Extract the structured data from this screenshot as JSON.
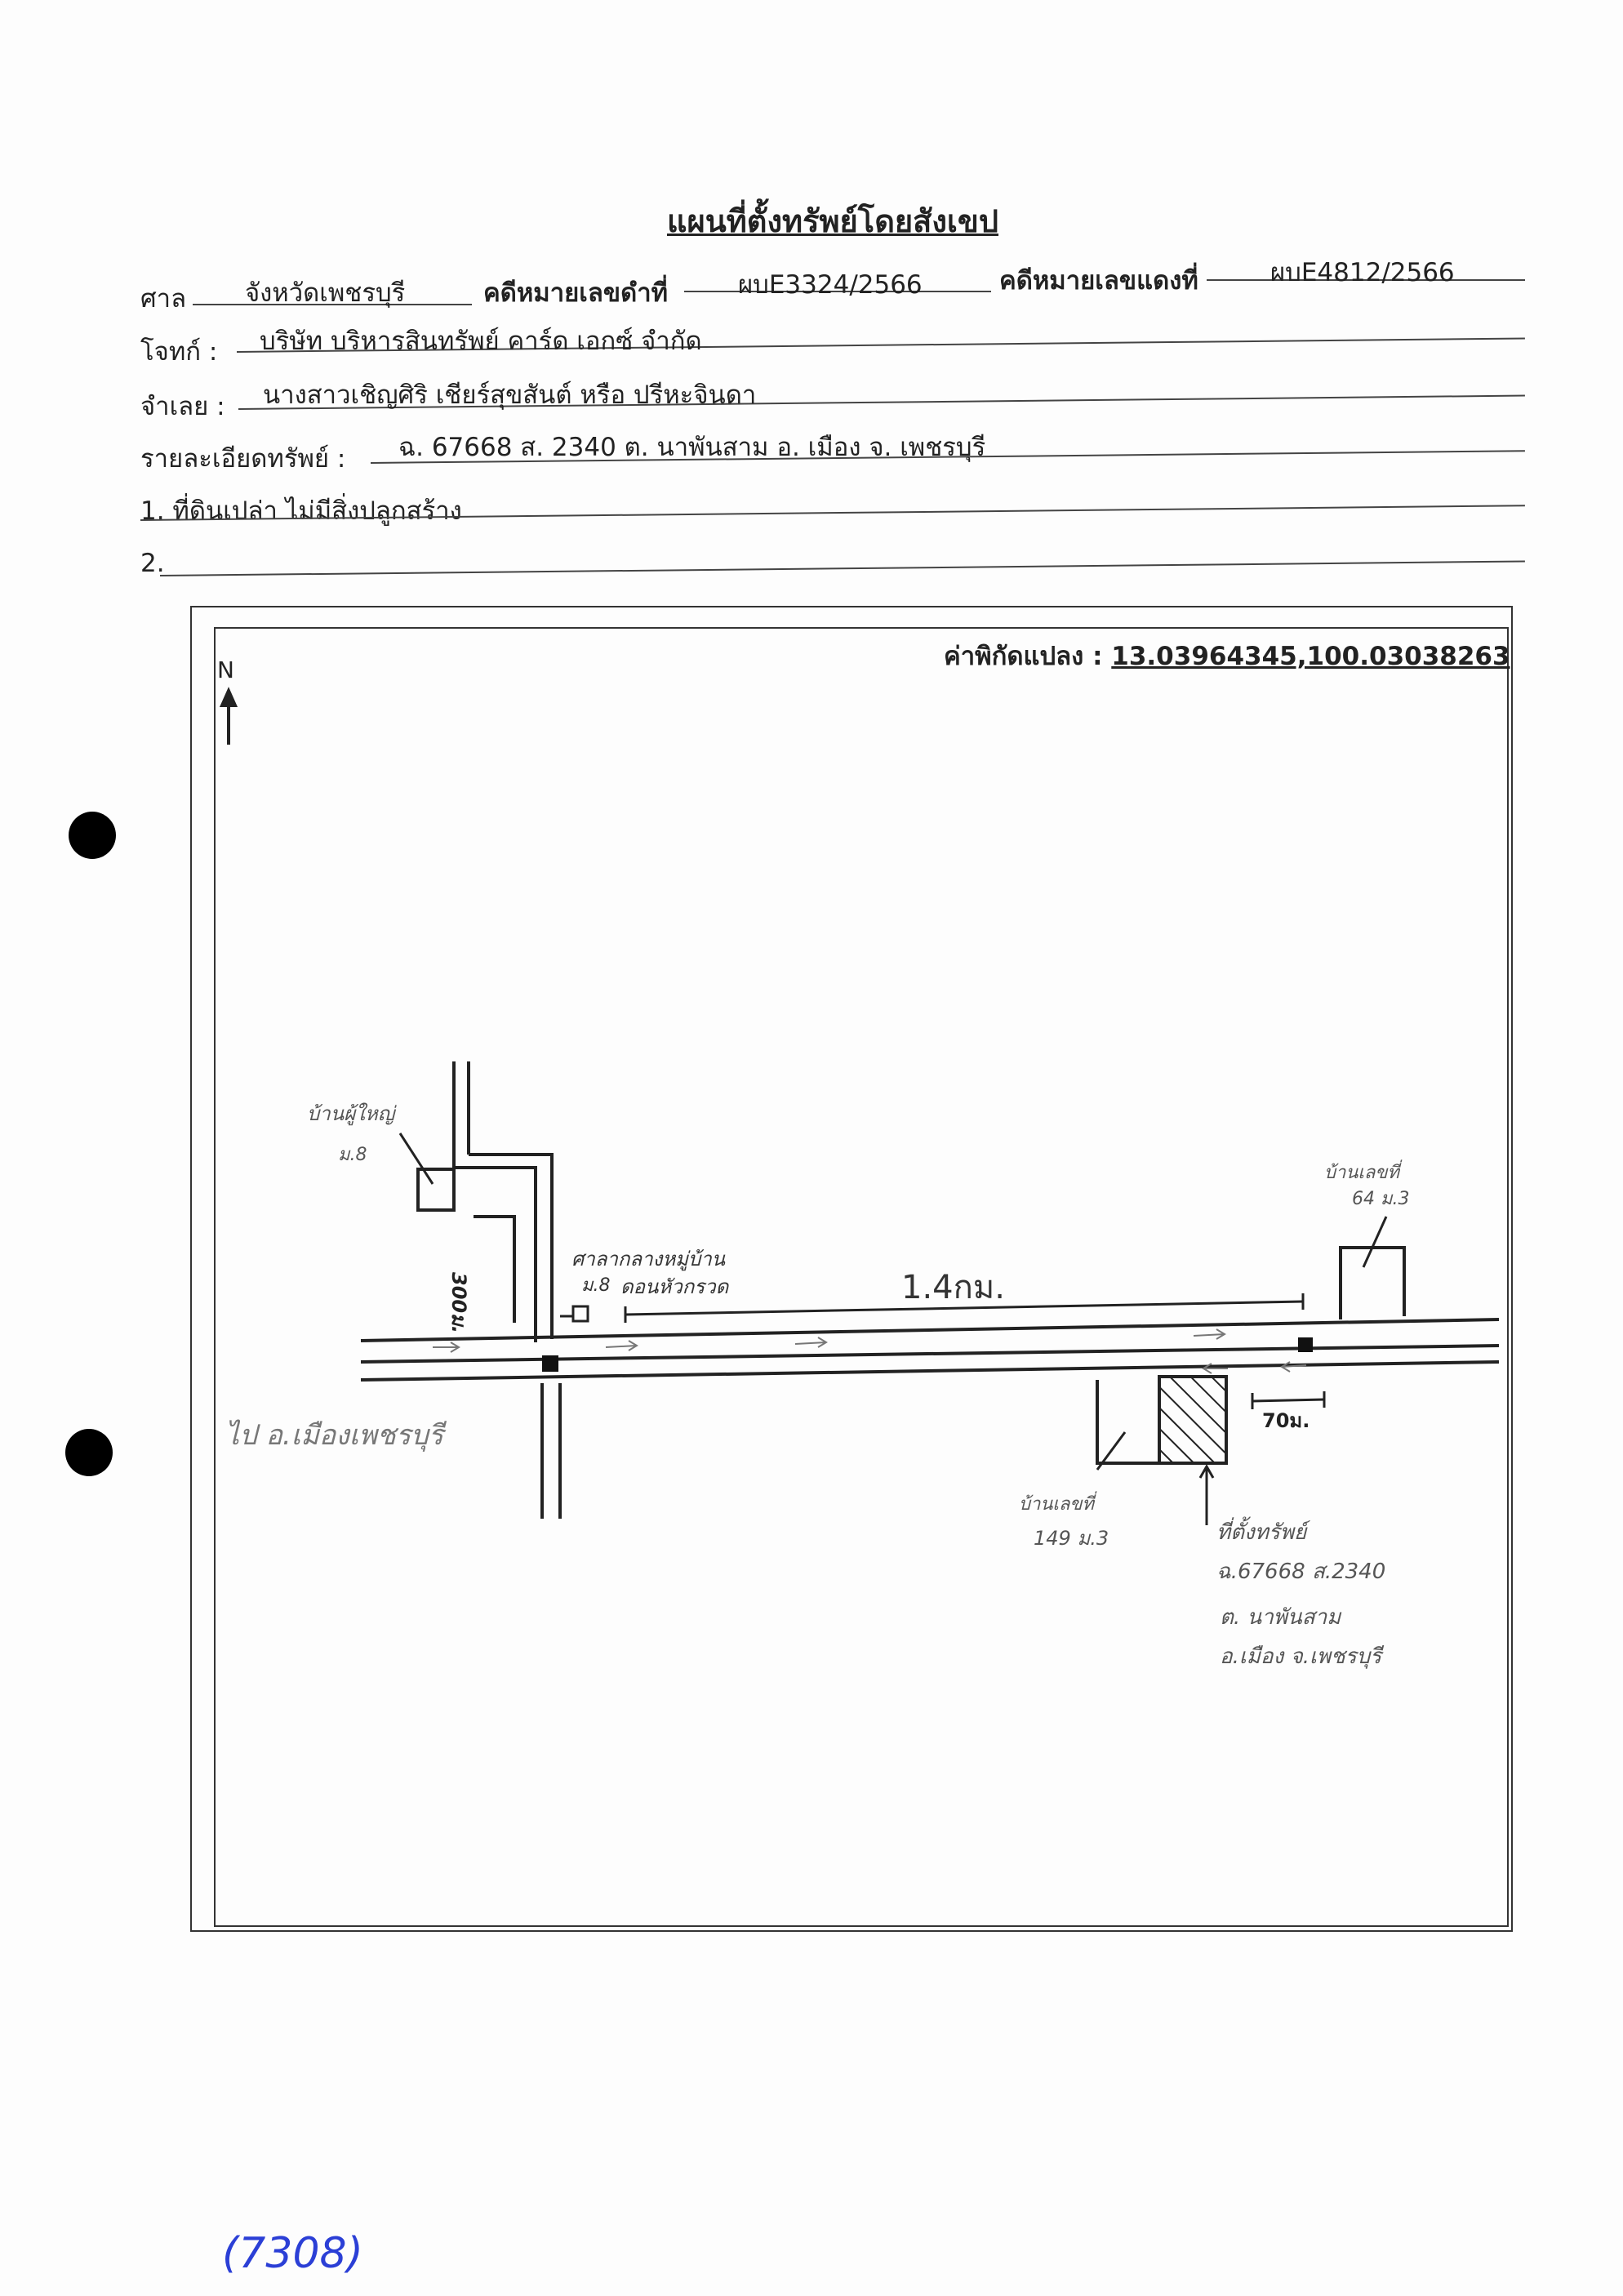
{
  "document": {
    "title": "แผนที่ตั้งทรัพย์โดยสังเขป",
    "court_label": "ศาล",
    "court_value": "จังหวัดเพชรบุรี",
    "black_case_label": "คดีหมายเลขดำที่",
    "black_case_value": "ผบE3324/2566",
    "red_case_label": "คดีหมายเลขแดงที่",
    "red_case_value": "ผบE4812/2566",
    "plaintiff_label": "โจทก์ :",
    "plaintiff_value": "บริษัท บริหารสินทรัพย์ คาร์ด เอกซ์ จำกัด",
    "defendant_label": "จำเลย :",
    "defendant_value": "นางสาวเชิญศิริ เชียร์สุขสันต์ หรือ ปรีหะจินดา",
    "property_label": "รายละเอียดทรัพย์ :",
    "property_value": "ฉ. 67668 ส. 2340 ต. นาพันสาม อ. เมือง จ. เพชรบุรี",
    "item1": "1. ที่ดินเปล่า ไม่มีสิ่งปลูกสร้าง",
    "item2": "2."
  },
  "map": {
    "coord_label": "ค่าพิกัดแปลง :",
    "coord_value": "13.03964345,100.03038263",
    "north": "N",
    "village_head_house": "บ้านผู้ใหญ่",
    "village_head_moo": "ม.8",
    "distance_300": "300ม.",
    "village_hall_line1": "ศาลากลางหมู่บ้าน",
    "village_hall_line2": "ม.8",
    "village_hall_line3": "ดอนหัวกรวด",
    "distance_14km": "1.4กม.",
    "house64_line1": "บ้านเลขที่",
    "house64_line2": "64 ม.3",
    "to_city": "ไป อ.เมืองเพชรบุรี",
    "distance_70": "70ม.",
    "house149_line1": "บ้านเลขที่",
    "house149_line2": "149 ม.3",
    "property_line1": "ที่ตั้งทรัพย์",
    "property_line2": "ฉ.67668 ส.2340",
    "property_line3": "ต. นาพันสาม",
    "property_line4": "อ.เมือง จ.เพชรบุรี"
  },
  "stamp": "(7308)"
}
